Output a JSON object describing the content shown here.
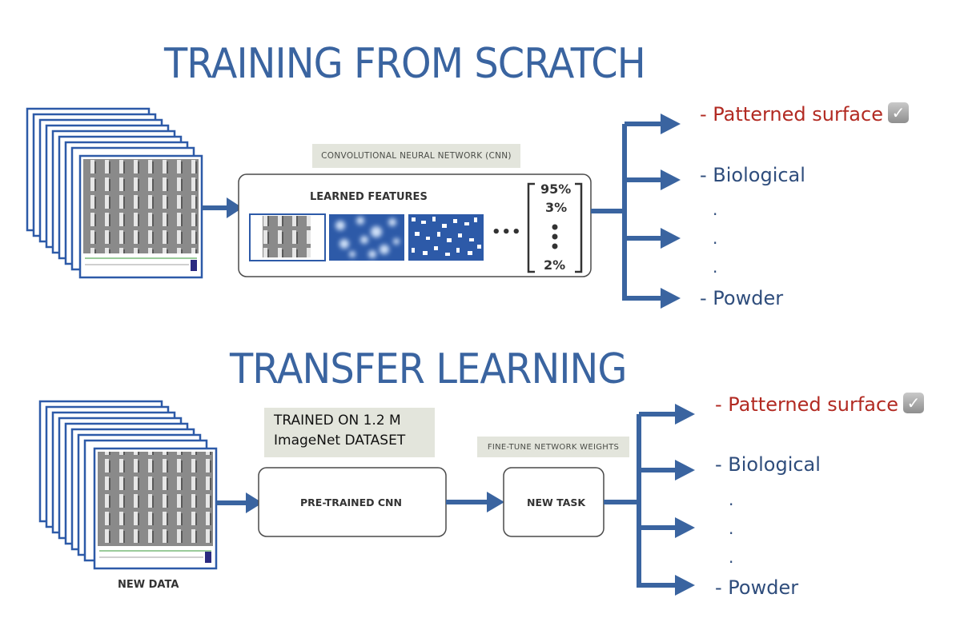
{
  "top": {
    "title": "TRAINING FROM SCRATCH",
    "cnn_label": "CONVOLUTIONAL NEURAL NETWORK (CNN)",
    "learned_features": "LEARNED FEATURES",
    "probabilities": [
      "95%",
      "3%",
      "2%"
    ],
    "ellipsis": "•••",
    "outputs": [
      "- Patterned surface",
      "- Biological",
      "-  Powder"
    ],
    "dots": [
      ".",
      ".",
      "."
    ]
  },
  "bottom": {
    "title": "TRANSFER LEARNING",
    "trained_on_line1": "TRAINED ON  1.2 M",
    "trained_on_line2": "ImageNet DATASET",
    "fine_tune_label": "FINE-TUNE NETWORK WEIGHTS",
    "pretrained_label": "PRE-TRAINED CNN",
    "new_task_label": "NEW TASK",
    "new_data_label": "NEW DATA",
    "outputs": [
      "- Patterned surface",
      "- Biological",
      "-  Powder"
    ],
    "dots": [
      ".",
      ".",
      "."
    ]
  },
  "icons": {
    "check": "checkmark-icon",
    "check_glyph": "✓"
  },
  "colors": {
    "title": "#3a64a0",
    "arrow": "#3a64a0",
    "output_text": "#2f4d7c",
    "highlight": "#b22a22",
    "label_box": "#e3e5dc"
  }
}
